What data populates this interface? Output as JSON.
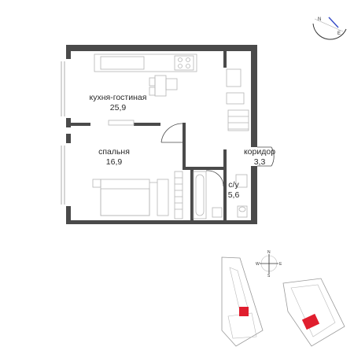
{
  "rooms": [
    {
      "id": "kitchen-living",
      "name": "кухня-гостиная",
      "area": "25,9"
    },
    {
      "id": "bedroom",
      "name": "спальня",
      "area": "16,9"
    },
    {
      "id": "corridor",
      "name": "коридор",
      "area": "3,3"
    },
    {
      "id": "bathroom",
      "name": "с/у",
      "area": "5,6"
    }
  ],
  "compass": {
    "main_letters": [
      "N",
      "E"
    ],
    "mini_letters": [
      "N",
      "W",
      "E",
      "S"
    ]
  },
  "colors": {
    "wall": "#4a4a4a",
    "fixture": "#b5b5b5",
    "highlight": "#e01e2e",
    "compass_accent": "#3a4fc8"
  }
}
